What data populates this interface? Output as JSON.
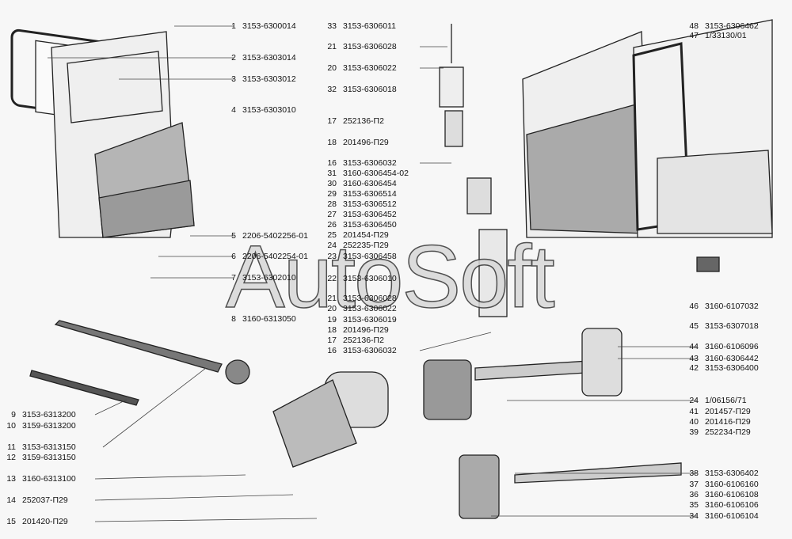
{
  "title": "Rear door parts diagram",
  "watermark": "AutoSoft",
  "callouts": {
    "left_top": [
      {
        "num": "1",
        "code": "3153-6300014"
      },
      {
        "num": "2",
        "code": "3153-6303014"
      },
      {
        "num": "3",
        "code": "3153-6303012"
      },
      {
        "num": "4",
        "code": "3153-6303010"
      },
      {
        "num": "5",
        "code": "2206-5402256-01"
      },
      {
        "num": "6",
        "code": "2206-5402254-01"
      },
      {
        "num": "7",
        "code": "3153-6302010"
      },
      {
        "num": "8",
        "code": "3160-6313050"
      }
    ],
    "middle": [
      {
        "num": "33",
        "code": "3153-6306011"
      },
      {
        "num": "21",
        "code": "3153-6306028"
      },
      {
        "num": "20",
        "code": "3153-6306022"
      },
      {
        "num": "32",
        "code": "3153-6306018"
      },
      {
        "num": "17",
        "code": "252136-П2"
      },
      {
        "num": "18",
        "code": "201496-П29"
      },
      {
        "num": "16",
        "code": "3153-6306032"
      },
      {
        "num": "31",
        "code": "3160-6306454-02"
      },
      {
        "num": "30",
        "code": "3160-6306454"
      },
      {
        "num": "29",
        "code": "3153-6306514"
      },
      {
        "num": "28",
        "code": "3153-6306512"
      },
      {
        "num": "27",
        "code": "3153-6306452"
      },
      {
        "num": "26",
        "code": "3153-6306450"
      },
      {
        "num": "25",
        "code": "201454-П29"
      },
      {
        "num": "24",
        "code": "252235-П29"
      },
      {
        "num": "23",
        "code": "3153-6306458"
      },
      {
        "num": "22",
        "code": "3153-6306010"
      },
      {
        "num": "21",
        "code": "3153-6306028"
      },
      {
        "num": "20",
        "code": "3153-6306022"
      },
      {
        "num": "19",
        "code": "3153-6306019"
      },
      {
        "num": "18",
        "code": "201496-П29"
      },
      {
        "num": "17",
        "code": "252136-П2"
      },
      {
        "num": "16",
        "code": "3153-6306032"
      }
    ],
    "right": [
      {
        "num": "48",
        "code": "3153-6306462"
      },
      {
        "num": "47",
        "code": "1/33130/01"
      },
      {
        "num": "46",
        "code": "3160-6107032"
      },
      {
        "num": "45",
        "code": "3153-6307018"
      },
      {
        "num": "44",
        "code": "3160-6106096"
      },
      {
        "num": "43",
        "code": "3160-6306442"
      },
      {
        "num": "42",
        "code": "3153-6306400"
      },
      {
        "num": "24",
        "code": "1/06156/71"
      },
      {
        "num": "41",
        "code": "201457-П29"
      },
      {
        "num": "40",
        "code": "201416-П29"
      },
      {
        "num": "39",
        "code": "252234-П29"
      },
      {
        "num": "38",
        "code": "3153-6306402"
      },
      {
        "num": "37",
        "code": "3160-6106160"
      },
      {
        "num": "36",
        "code": "3160-6106108"
      },
      {
        "num": "35",
        "code": "3160-6106106"
      },
      {
        "num": "34",
        "code": "3160-6106104"
      }
    ],
    "left_bottom": [
      {
        "num": "9",
        "code": "3153-6313200"
      },
      {
        "num": "10",
        "code": "3159-6313200"
      },
      {
        "num": "11",
        "code": "3153-6313150"
      },
      {
        "num": "12",
        "code": "3159-6313150"
      },
      {
        "num": "13",
        "code": "3160-6313100"
      },
      {
        "num": "14",
        "code": "252037-П29"
      },
      {
        "num": "15",
        "code": "201420-П29"
      }
    ]
  }
}
